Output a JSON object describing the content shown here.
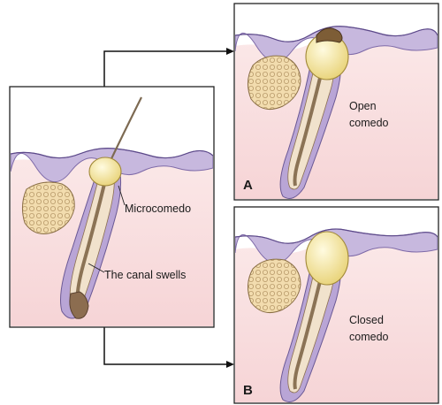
{
  "labels": {
    "microcomedo": "Microcomedo",
    "canal_swells": "The canal swells",
    "open_line1": "Open",
    "open_line2": "comedo",
    "closed_line1": "Closed",
    "closed_line2": "comedo",
    "panel_a": "A",
    "panel_b": "B"
  },
  "colors": {
    "skin_pink": "#f8dcdc",
    "epidermis_purple": "#b7a6d2",
    "sebaceous_gland": "#f0d6a3",
    "comedo_plug": "#f4e28a",
    "open_plug_dark": "#8a6a3c",
    "hair_shaft": "#8b7355"
  }
}
